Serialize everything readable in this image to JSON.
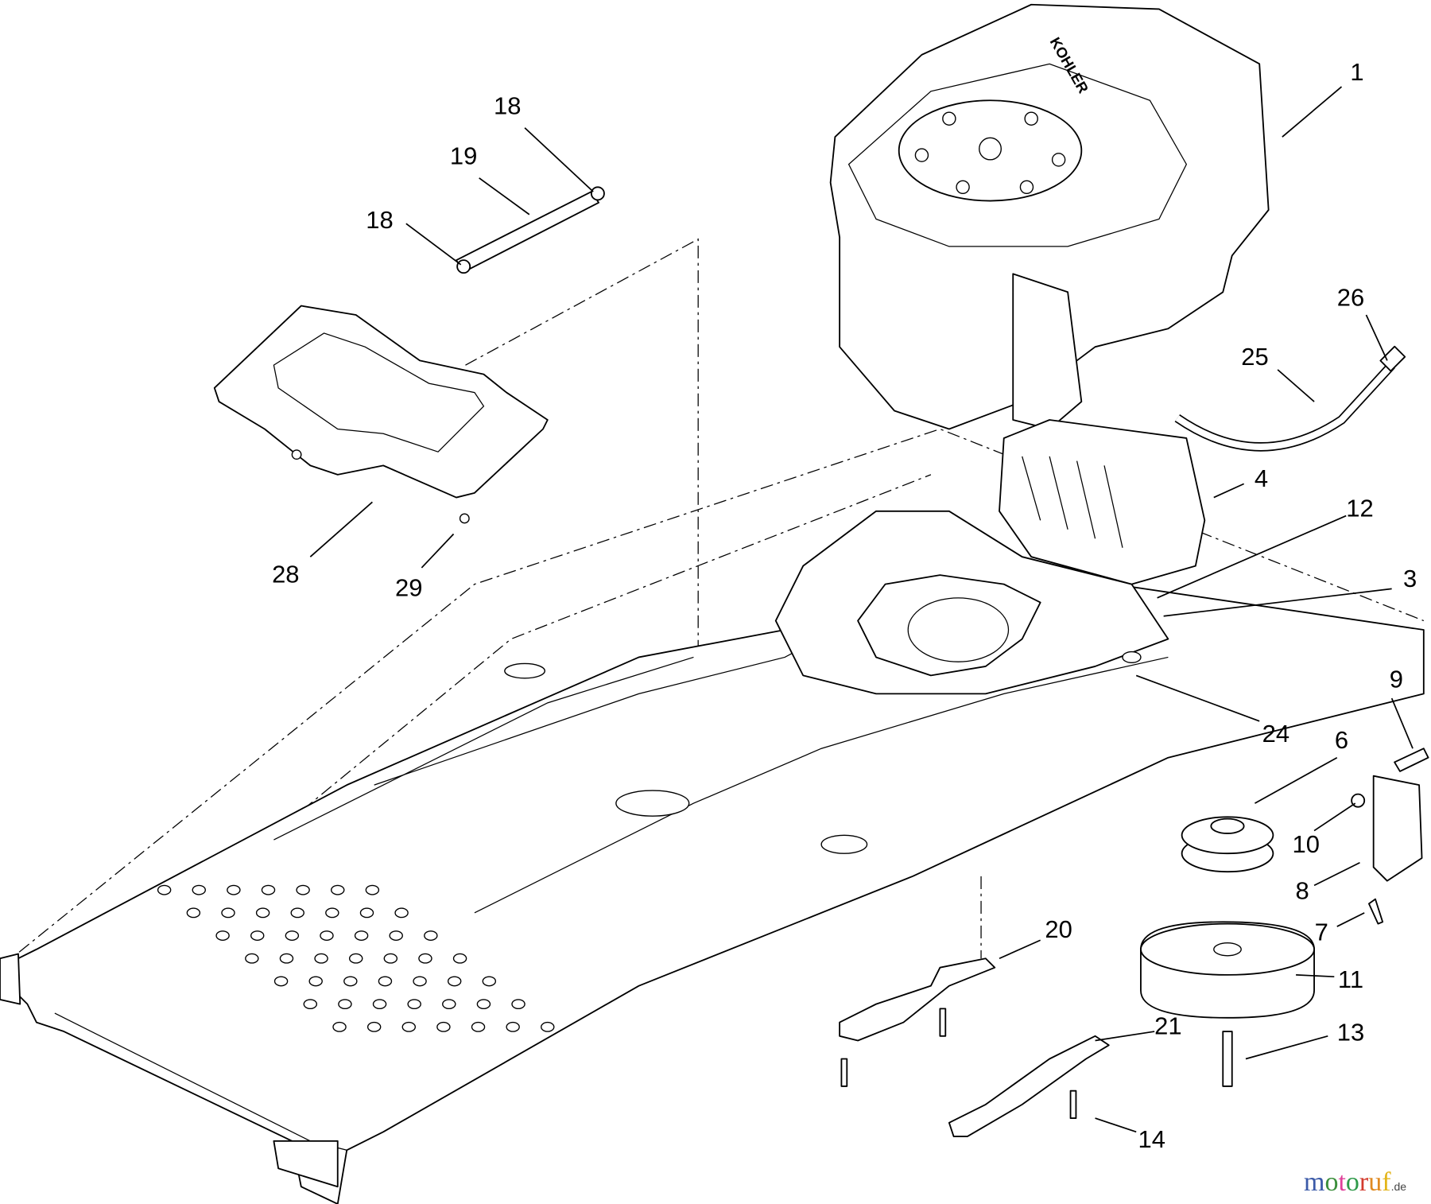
{
  "diagram": {
    "callouts": [
      "1",
      "18",
      "19",
      "18",
      "28",
      "29",
      "26",
      "25",
      "4",
      "12",
      "3",
      "24",
      "9",
      "6",
      "10",
      "8",
      "7",
      "20",
      "11",
      "21",
      "13",
      "14"
    ],
    "engine_brand": "KOHLER"
  },
  "watermark": {
    "text": "motoruf",
    "suffix": ".de",
    "letter_colors": [
      "#3b5aa8",
      "#3b8f3b",
      "#e0409a",
      "#2f9a4a",
      "#d33b2e",
      "#e08a20",
      "#e3b51a"
    ]
  }
}
